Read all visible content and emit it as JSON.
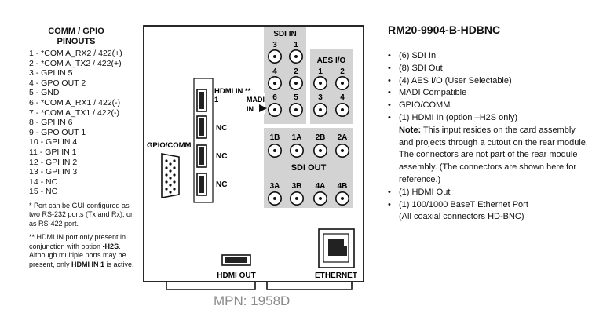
{
  "pinouts": {
    "title_line1": "COMM / GPIO",
    "title_line2": "PINOUTS",
    "pins": [
      "1 - *COM A_RX2 / 422(+)",
      "2 - *COM A_TX2 / 422(+)",
      "3 - GPI IN 5",
      "4 - GPO OUT 2",
      "5 - GND",
      "6 - *COM A_RX1 / 422(-)",
      "7 - *COM A_TX1 / 422(-)",
      "8 - GPI IN 6",
      "9 - GPO OUT 1",
      "10 - GPI IN 4",
      "11 - GPI IN 1",
      "12 - GPI IN 2",
      "13 - GPI IN 3",
      "14 - NC",
      "15 - NC"
    ],
    "note1": "* Port can be GUI-configured as two RS-232 ports (Tx and Rx), or as RS-422 port.",
    "note2_a": "** HDMI IN port only present in conjunction with option ",
    "note2_opt": "-H2S",
    "note2_b": ". Although multiple ports may be present, only ",
    "note2_port": "HDMI IN 1",
    "note2_c": " is active."
  },
  "diagram": {
    "sdi_in_label": "SDI IN",
    "sdi_in_ports": [
      "3",
      "1",
      "4",
      "2",
      "6",
      "5"
    ],
    "aes_label": "AES I/O",
    "aes_ports": [
      "1",
      "2",
      "3",
      "4"
    ],
    "madi_line1": "MADI",
    "madi_line2": "IN",
    "hdmi_in_line1": "HDMI IN **",
    "hdmi_in_line2": "1",
    "nc_label": "NC",
    "gpio_label": "GPIO/COMM",
    "sdi_out_label": "SDI OUT",
    "sdi_out_top": [
      "1B",
      "1A",
      "2B",
      "2A"
    ],
    "sdi_out_bottom": [
      "3A",
      "3B",
      "4A",
      "4B"
    ],
    "hdmi_out_label": "HDMI OUT",
    "ethernet_label": "ETHERNET"
  },
  "spec": {
    "title": "RM20-9904-B-HDBNC",
    "items": [
      "(6) SDI In",
      "(8) SDI Out",
      "(4) AES I/O (User Selectable)",
      "MADI Compatible",
      "GPIO/COMM",
      "(1) HDMI In (option –H2S only)"
    ],
    "note_label": "Note:",
    "note_text": " This input resides on the card assembly and projects through a cutout on the rear module. The connectors are not part of the rear module assembly. (The connectors are shown here for reference.)",
    "items2": [
      "(1) HDMI Out",
      "(1) 100/1000 BaseT Ethernet Port"
    ],
    "coax_note": "(All coaxial connectors HD-BNC)"
  },
  "mpn": "MPN: 1958D"
}
